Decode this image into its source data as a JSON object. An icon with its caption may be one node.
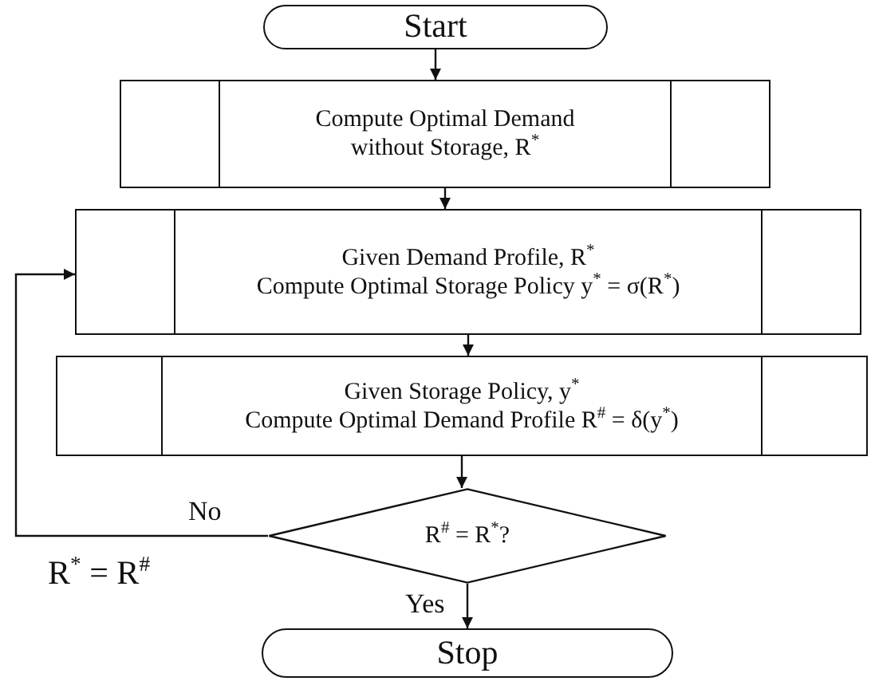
{
  "diagram": {
    "nodes": [
      {
        "text": [
          "Start"
        ]
      },
      {
        "text": [
          "Compute Optimal Demand without Storage, R$^{*}$"
        ]
      },
      {
        "text": [
          "Given Demand Profile, R$^{*}$",
          "Compute Optimal Storage Policy y$^{*}$ = σ(R$^{*}$)"
        ]
      },
      {
        "text": [
          "Given Storage Policy, y$^{*}$",
          "Compute Optimal Demand Profile R$^{#}$ = δ(y$^{*}$)"
        ]
      },
      {
        "text": [
          "R$^{#}$ = R$^{*}$?"
        ]
      },
      {
        "text": [
          "Stop"
        ]
      }
    ],
    "edges": [
      {
        "from": 0,
        "to": 1,
        "arrow": "to"
      },
      {
        "from": 1,
        "to": 2,
        "arrow": "to"
      },
      {
        "from": 2,
        "to": 3,
        "arrow": "to"
      },
      {
        "from": 3,
        "to": 4,
        "arrow": "to"
      },
      {
        "from": 4,
        "to": 5,
        "arrow": "to",
        "label": "Yes"
      },
      {
        "from": 4,
        "to": 2,
        "arrow": "to",
        "label": "No"
      }
    ],
    "labels": [
      "R$^{*}$ = R$^{#}$"
    ]
  }
}
